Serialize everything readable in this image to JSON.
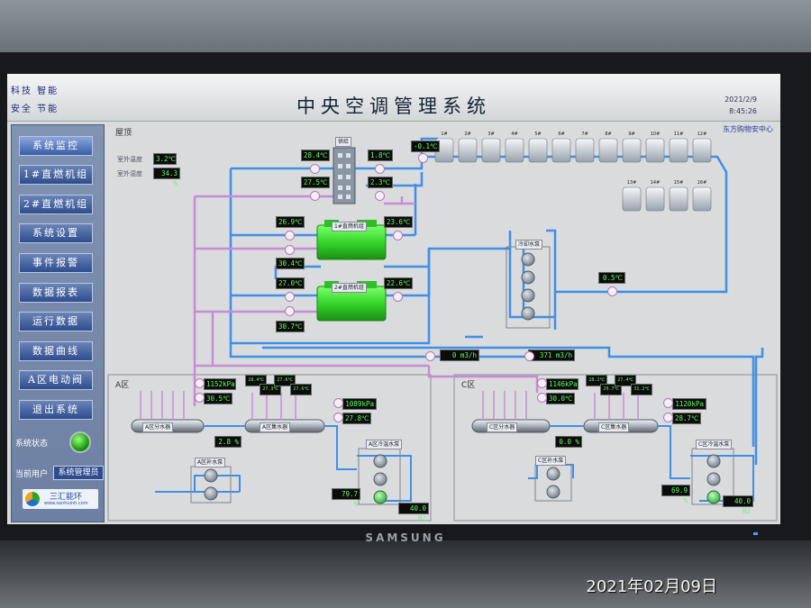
{
  "header": {
    "title": "中央空调管理系统",
    "left_top": "科技  智能",
    "left_bottom": "安全  节能",
    "date": "2021/2/9",
    "time": "8:45:26",
    "org": "东方购物安中心"
  },
  "nav": {
    "items": [
      {
        "label": "系统监控",
        "active": true
      },
      {
        "label": "1#直燃机组",
        "active": false
      },
      {
        "label": "2#直燃机组",
        "active": false
      },
      {
        "label": "系统设置",
        "active": false
      },
      {
        "label": "事件报警",
        "active": false
      },
      {
        "label": "数据报表",
        "active": false
      },
      {
        "label": "运行数据",
        "active": false
      },
      {
        "label": "数据曲线",
        "active": false
      },
      {
        "label": "A区电动阀",
        "active": false
      },
      {
        "label": "退出系统",
        "active": false
      }
    ],
    "status_label": "系统状态",
    "user_label": "当前用户",
    "user_value": "系统管理员"
  },
  "logo": {
    "name": "三汇能环",
    "url": "www.sanhuinh.com"
  },
  "diagram": {
    "roof_label": "屋顶",
    "outdoor_temp_label": "室外温度",
    "outdoor_temp": "3.2℃",
    "outdoor_humidity_label": "室外湿度",
    "outdoor_humidity": "34.3 %",
    "manifold_label": "供给",
    "chiller1_label": "1#直燃机组",
    "chiller2_label": "2#直燃机组",
    "cooling_pump_label": "冷却水泵",
    "tower_labels": [
      "1#",
      "2#",
      "3#",
      "4#",
      "5#",
      "6#",
      "7#",
      "8#",
      "9#",
      "10#",
      "11#",
      "12#",
      "13#",
      "14#",
      "15#",
      "16#"
    ],
    "readings": {
      "t_284": "28.4℃",
      "t_18": "1.8℃",
      "t_275": "27.5℃",
      "t_23": "2.3℃",
      "t_neg01": "-0.1℃",
      "t_269": "26.9℃",
      "t_236": "23.6℃",
      "t_304": "30.4℃",
      "t_270": "27.0℃",
      "t_226": "22.6℃",
      "t_307": "30.7℃",
      "t_05": "0.5℃",
      "flow_a": "0  m3/h",
      "flow_b": "371  m3/h"
    },
    "zone_a": {
      "label": "A区",
      "supply_pressure": "1152kPa",
      "supply_temp": "30.5℃",
      "return_pressure": "1089kPa",
      "return_temp": "27.8℃",
      "branch_temps": [
        "28.4℃",
        "27.3℃",
        "27.6℃",
        "27.6℃"
      ],
      "valve_open": "2.8 %",
      "divider_label": "A区分水器",
      "collector_label": "A区集水器",
      "supply_pump_label": "A区补水泵",
      "heating_pump_label": "A区冷温水泵",
      "pump_pct": "79.7 %",
      "pump_hz": "40.0 Hz"
    },
    "zone_c": {
      "label": "C区",
      "supply_pressure": "1146kPa",
      "supply_temp": "30.0℃",
      "return_pressure": "1120kPa",
      "return_temp": "28.7℃",
      "branch_temps": [
        "28.2℃",
        "29.7℃",
        "27.4℃",
        "31.2℃"
      ],
      "valve_open": "0.0 %",
      "divider_label": "C区分水器",
      "collector_label": "C区集水器",
      "supply_pump_label": "C区补水泵",
      "heating_pump_label": "C区冷温水泵",
      "pump_pct": "69.9 %",
      "pump_hz": "40.0 Hz"
    }
  },
  "photo": {
    "brand": "SAMSUNG",
    "date_overlay": "2021年02月09日"
  },
  "colors": {
    "pipe_blue": "#3f8fe8",
    "pipe_pink": "#c78cd6",
    "chiller": "#38d838",
    "nav": "#2e4c8e",
    "readout_text": "#f6f94a"
  }
}
